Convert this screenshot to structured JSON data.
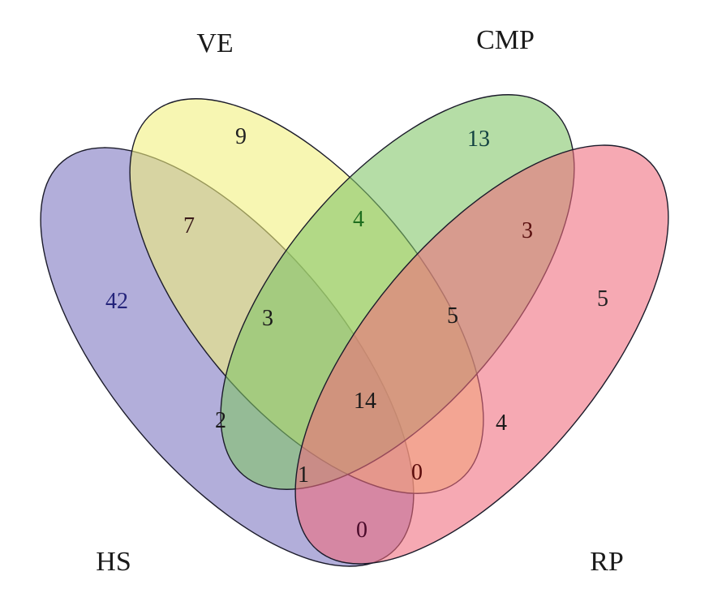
{
  "sets": [
    {
      "key": "HS",
      "label": "HS",
      "color": "#7b73c0"
    },
    {
      "key": "VE",
      "label": "VE",
      "color": "#f1f07a"
    },
    {
      "key": "CMP",
      "label": "CMP",
      "color": "#7fc466"
    },
    {
      "key": "RP",
      "label": "RP",
      "color": "#ef6b7c"
    }
  ],
  "regions": [
    {
      "sets": [
        "HS"
      ],
      "value": "42",
      "color": "#23237a"
    },
    {
      "sets": [
        "VE"
      ],
      "value": "9",
      "color": "#222222"
    },
    {
      "sets": [
        "CMP"
      ],
      "value": "13",
      "color": "#114040"
    },
    {
      "sets": [
        "RP"
      ],
      "value": "5",
      "color": "#222222"
    },
    {
      "sets": [
        "HS",
        "VE"
      ],
      "value": "7",
      "color": "#3a1a1a"
    },
    {
      "sets": [
        "VE",
        "CMP"
      ],
      "value": "4",
      "color": "#1f6e1f"
    },
    {
      "sets": [
        "CMP",
        "RP"
      ],
      "value": "3",
      "color": "#5a1010"
    },
    {
      "sets": [
        "HS",
        "VE",
        "CMP"
      ],
      "value": "3",
      "color": "#1a1a1a"
    },
    {
      "sets": [
        "VE",
        "CMP",
        "RP"
      ],
      "value": "5",
      "color": "#1a1a1a"
    },
    {
      "sets": [
        "HS",
        "CMP"
      ],
      "value": "2",
      "color": "#1a1a1a"
    },
    {
      "sets": [
        "HS",
        "VE",
        "CMP",
        "RP"
      ],
      "value": "14",
      "color": "#1a1a1a"
    },
    {
      "sets": [
        "VE",
        "RP"
      ],
      "value": "4",
      "color": "#1a1a1a"
    },
    {
      "sets": [
        "HS",
        "CMP",
        "RP"
      ],
      "value": "1",
      "color": "#1a1a1a"
    },
    {
      "sets": [
        "HS",
        "VE",
        "RP"
      ],
      "value": "0",
      "color": "#5a0a0a"
    },
    {
      "sets": [
        "HS",
        "RP"
      ],
      "value": "0",
      "color": "#4a0a2a"
    }
  ]
}
